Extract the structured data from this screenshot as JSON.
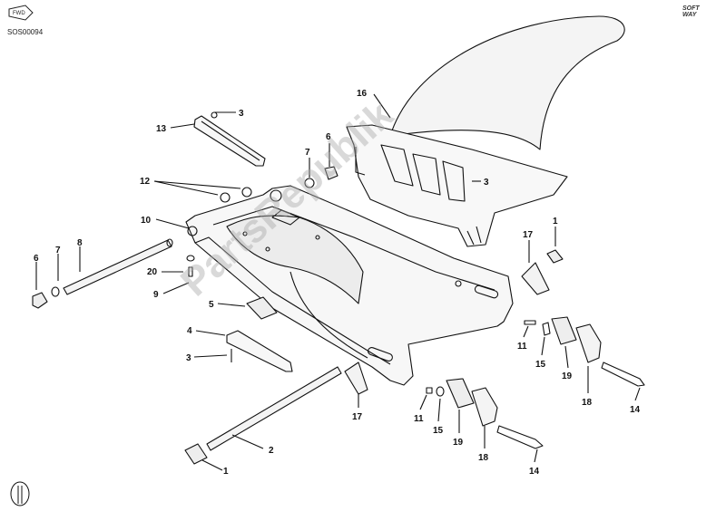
{
  "header": {
    "code": "SOS00094",
    "fwd": "FWD",
    "brand_line1": "SOFT",
    "brand_line2": "WAY"
  },
  "watermark": "PartsRepublik",
  "callouts": [
    {
      "id": "16",
      "label": "16"
    },
    {
      "id": "13",
      "label": "13"
    },
    {
      "id": "3a",
      "label": "3"
    },
    {
      "id": "7a",
      "label": "7"
    },
    {
      "id": "6a",
      "label": "6"
    },
    {
      "id": "3b",
      "label": "3"
    },
    {
      "id": "12",
      "label": "12"
    },
    {
      "id": "10",
      "label": "10"
    },
    {
      "id": "1a",
      "label": "1"
    },
    {
      "id": "17a",
      "label": "17"
    },
    {
      "id": "8",
      "label": "8"
    },
    {
      "id": "7b",
      "label": "7"
    },
    {
      "id": "6b",
      "label": "6"
    },
    {
      "id": "20",
      "label": "20"
    },
    {
      "id": "9",
      "label": "9"
    },
    {
      "id": "5",
      "label": "5"
    },
    {
      "id": "4",
      "label": "4"
    },
    {
      "id": "3c",
      "label": "3"
    },
    {
      "id": "11a",
      "label": "11"
    },
    {
      "id": "15a",
      "label": "15"
    },
    {
      "id": "19a",
      "label": "19"
    },
    {
      "id": "18a",
      "label": "18"
    },
    {
      "id": "14a",
      "label": "14"
    },
    {
      "id": "17b",
      "label": "17"
    },
    {
      "id": "11b",
      "label": "11"
    },
    {
      "id": "15b",
      "label": "15"
    },
    {
      "id": "19b",
      "label": "19"
    },
    {
      "id": "18b",
      "label": "18"
    },
    {
      "id": "14b",
      "label": "14"
    },
    {
      "id": "2",
      "label": "2"
    },
    {
      "id": "1b",
      "label": "1"
    }
  ]
}
